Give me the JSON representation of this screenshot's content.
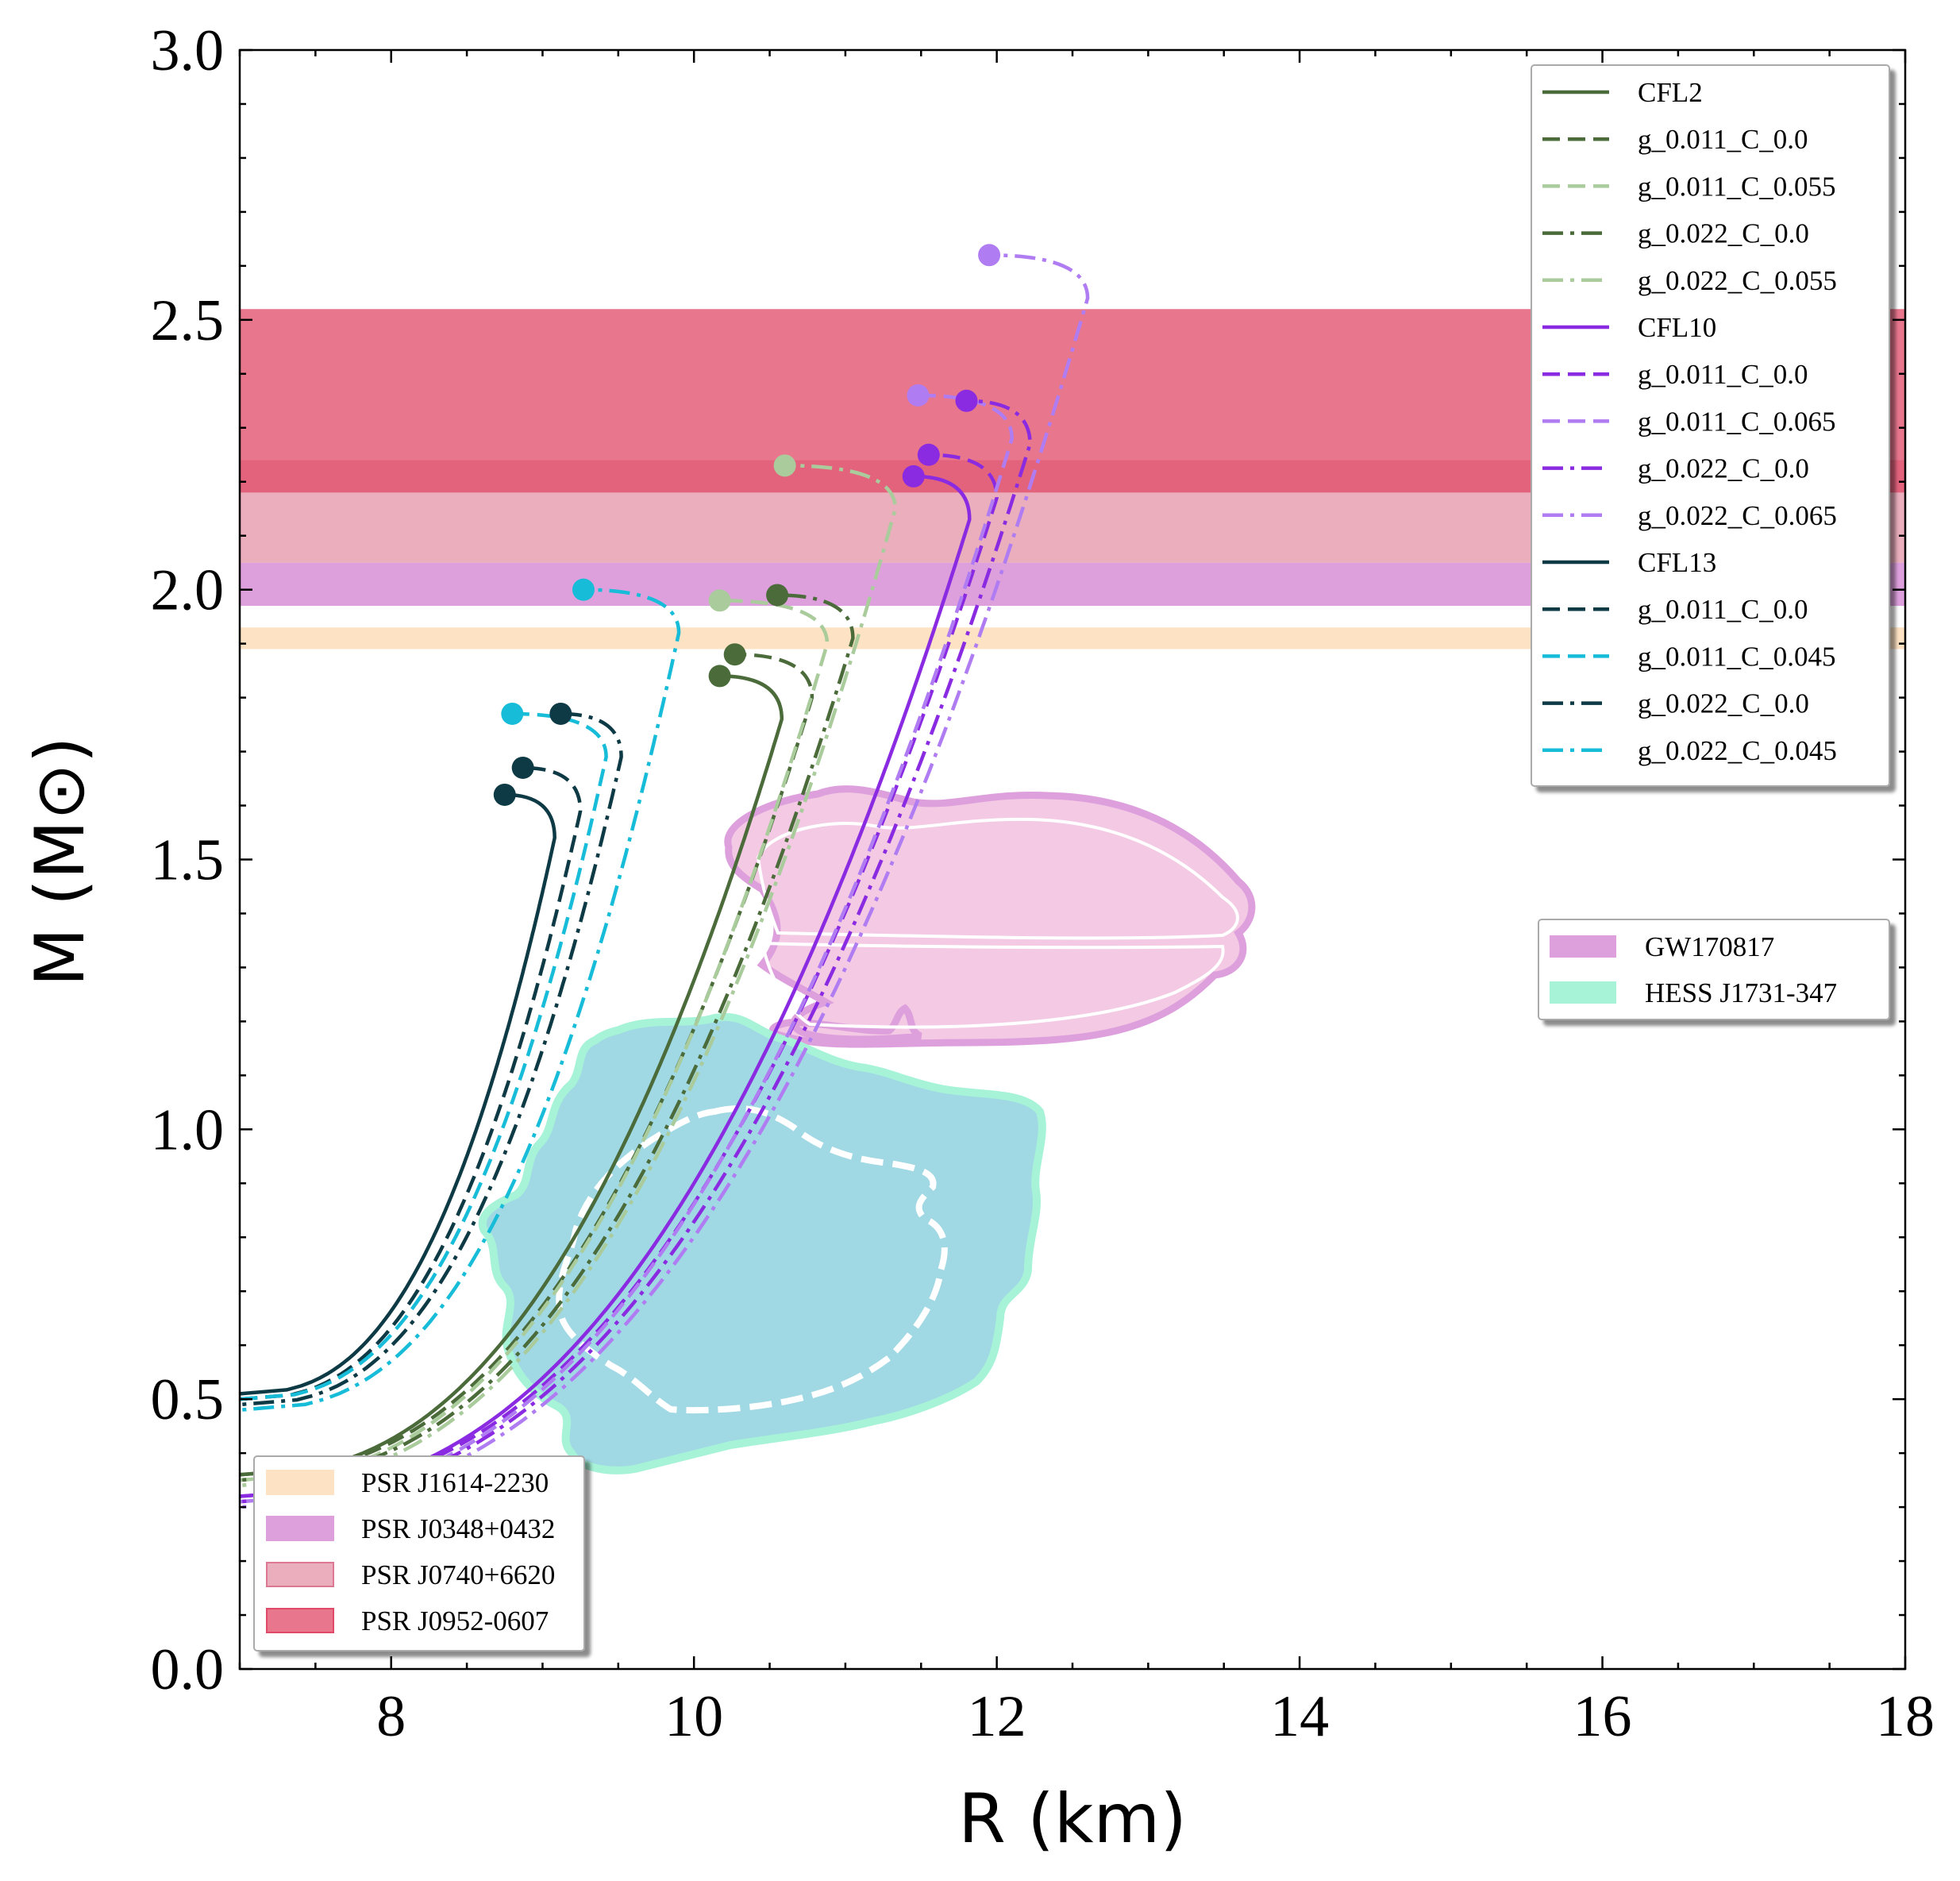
{
  "chart_data": {
    "type": "line",
    "xlabel": "R (km)",
    "ylabel": "M (M⊙)",
    "xlim": [
      7,
      18
    ],
    "ylim": [
      0,
      3
    ],
    "xticks": [
      "8",
      "10",
      "12",
      "14",
      "16",
      "18"
    ],
    "yticks": [
      "0.0",
      "0.5",
      "1.0",
      "1.5",
      "2.0",
      "2.5",
      "3.0"
    ],
    "grid": false,
    "bands": [
      {
        "name": "PSR J1614-2230",
        "ymin": 1.89,
        "ymax": 1.93,
        "color": "#fde3c3",
        "opacity": 1.0
      },
      {
        "name": "PSR J0348+0432",
        "ymin": 1.97,
        "ymax": 2.05,
        "color": "#dda0dd",
        "opacity": 1.0
      },
      {
        "name": "PSR J0740+6620",
        "ymin": 2.05,
        "ymax": 2.24,
        "color": "#dc7891",
        "opacity": 0.6
      },
      {
        "name": "PSR J0952-0607",
        "ymin": 2.18,
        "ymax": 2.52,
        "color": "#e04a68",
        "opacity": 0.75
      }
    ],
    "regions": [
      {
        "name": "GW170817",
        "color": "#dda0dd"
      },
      {
        "name": "HESS J1731-347",
        "color": "#a7f3d7"
      }
    ],
    "series": [
      {
        "name": "CFL2",
        "color": "#4b6b3a",
        "dash": "solid",
        "Rmax": 10.17,
        "Mmax": 1.84,
        "Rtop": 10.58,
        "M0": 0.36,
        "steep": 2.4
      },
      {
        "name": "g_0.011_C_0.0",
        "color": "#4b6b3a",
        "dash": "dash",
        "Rmax": 10.27,
        "Mmax": 1.88,
        "Rtop": 10.78,
        "M0": 0.36,
        "steep": 2.4
      },
      {
        "name": "g_0.011_C_0.055",
        "color": "#aacb9c",
        "dash": "dash",
        "Rmax": 10.17,
        "Mmax": 1.98,
        "Rtop": 10.88,
        "M0": 0.35,
        "steep": 2.4
      },
      {
        "name": "g_0.022_C_0.0",
        "color": "#4b6b3a",
        "dash": "dashdot",
        "Rmax": 10.55,
        "Mmax": 1.99,
        "Rtop": 11.05,
        "M0": 0.35,
        "steep": 2.4
      },
      {
        "name": "g_0.022_C_0.055",
        "color": "#aacb9c",
        "dash": "dashdot",
        "Rmax": 10.6,
        "Mmax": 2.23,
        "Rtop": 11.33,
        "M0": 0.34,
        "steep": 2.4
      },
      {
        "name": "CFL10",
        "color": "#8a2be2",
        "dash": "solid",
        "Rmax": 11.45,
        "Mmax": 2.21,
        "Rtop": 11.82,
        "M0": 0.32,
        "steep": 2.4
      },
      {
        "name": "g_0.011_C_0.0",
        "color": "#8a2be2",
        "dash": "dash",
        "Rmax": 11.55,
        "Mmax": 2.25,
        "Rtop": 12.0,
        "M0": 0.32,
        "steep": 2.4
      },
      {
        "name": "g_0.011_C_0.065",
        "color": "#b07cf2",
        "dash": "dash",
        "Rmax": 11.48,
        "Mmax": 2.36,
        "Rtop": 12.1,
        "M0": 0.31,
        "steep": 2.4
      },
      {
        "name": "g_0.022_C_0.0",
        "color": "#8a2be2",
        "dash": "dashdot",
        "Rmax": 11.8,
        "Mmax": 2.35,
        "Rtop": 12.22,
        "M0": 0.31,
        "steep": 2.4
      },
      {
        "name": "g_0.022_C_0.065",
        "color": "#b07cf2",
        "dash": "dashdot",
        "Rmax": 11.95,
        "Mmax": 2.62,
        "Rtop": 12.6,
        "M0": 0.3,
        "steep": 2.4
      },
      {
        "name": "CFL13",
        "color": "#0d3a45",
        "dash": "solid",
        "Rmax": 8.75,
        "Mmax": 1.62,
        "Rtop": 9.08,
        "M0": 0.51,
        "steep": 2.6
      },
      {
        "name": "g_0.011_C_0.0",
        "color": "#0d3a45",
        "dash": "dash",
        "Rmax": 8.87,
        "Mmax": 1.67,
        "Rtop": 9.25,
        "M0": 0.5,
        "steep": 2.6
      },
      {
        "name": "g_0.011_C_0.045",
        "color": "#17bcd8",
        "dash": "dash",
        "Rmax": 8.8,
        "Mmax": 1.77,
        "Rtop": 9.42,
        "M0": 0.5,
        "steep": 2.6
      },
      {
        "name": "g_0.022_C_0.0",
        "color": "#0d3a45",
        "dash": "dashdot",
        "Rmax": 9.12,
        "Mmax": 1.77,
        "Rtop": 9.52,
        "M0": 0.49,
        "steep": 2.6
      },
      {
        "name": "g_0.022_C_0.045",
        "color": "#17bcd8",
        "dash": "dashdot",
        "Rmax": 9.27,
        "Mmax": 2.0,
        "Rtop": 9.9,
        "M0": 0.48,
        "steep": 2.6
      }
    ]
  }
}
